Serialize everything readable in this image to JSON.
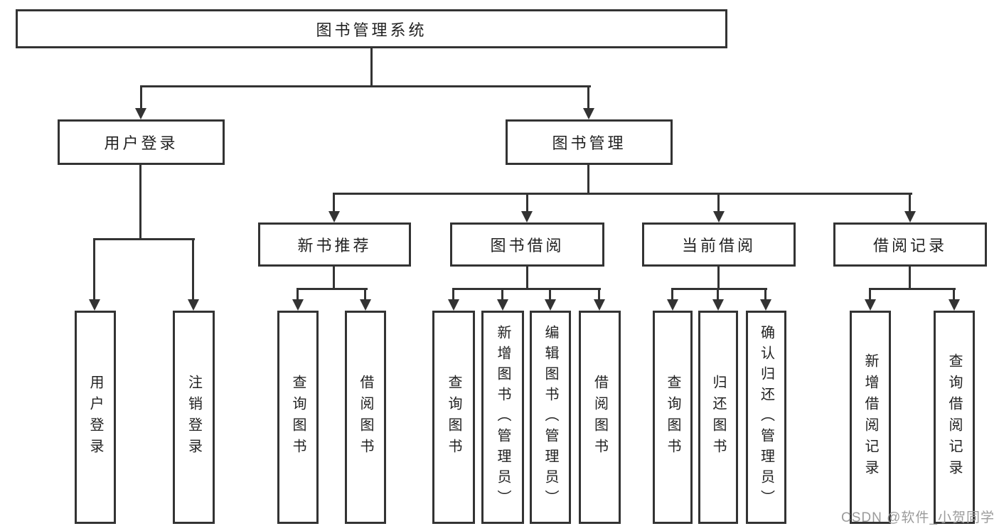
{
  "nodes": {
    "root": "图书管理系统",
    "user_login": "用户登录",
    "book_management": "图书管理",
    "new_book_recommend": "新书推荐",
    "book_borrow": "图书借阅",
    "current_borrow": "当前借阅",
    "borrow_records": "借阅记录",
    "leaf_user_login": "用户登录",
    "leaf_logout": "注销登录",
    "leaf_recommend_query": "查询图书",
    "leaf_recommend_borrow": "借阅图书",
    "leaf_borrow_query": "查询图书",
    "leaf_borrow_add": "新增图书（管理员）",
    "leaf_borrow_edit": "编辑图书（管理员）",
    "leaf_borrow_borrow": "借阅图书",
    "leaf_current_query": "查询图书",
    "leaf_current_return": "归还图书",
    "leaf_current_confirm": "确认归还（管理员）",
    "leaf_records_add": "新增借阅记录",
    "leaf_records_query": "查询借阅记录"
  },
  "watermark": "CSDN @软件_小贺同学",
  "colors": {
    "line": "#333333",
    "text": "#222222",
    "background": "#ffffff",
    "watermark": "#9b9b9b"
  }
}
